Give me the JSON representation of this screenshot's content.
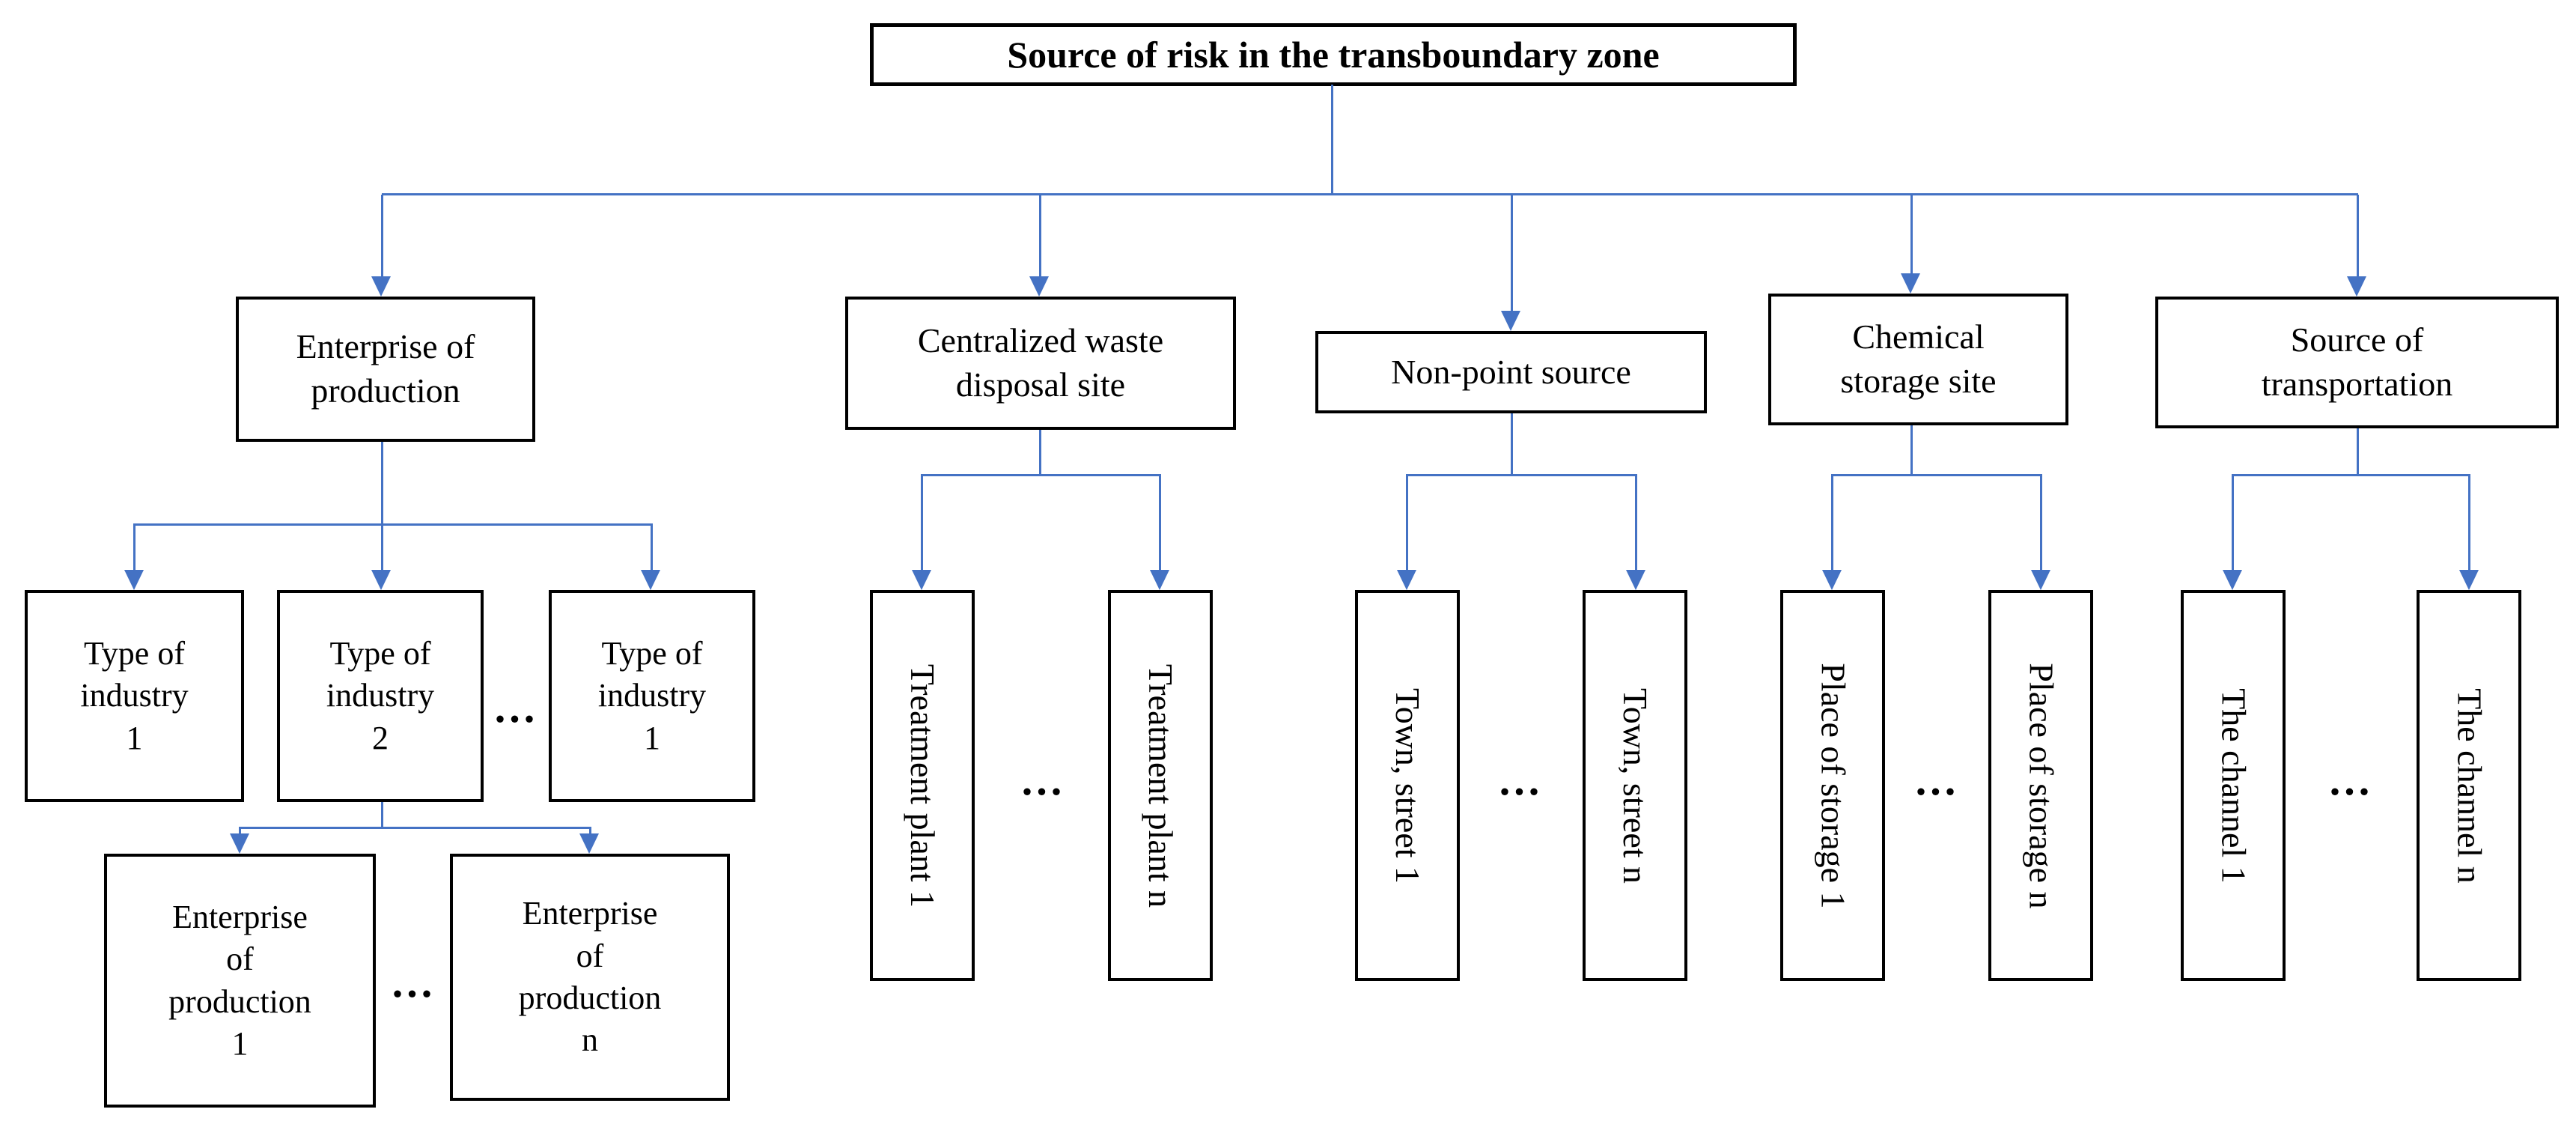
{
  "colors": {
    "connector": "#4472C4",
    "border": "#000000",
    "text": "#000000",
    "background": "#ffffff"
  },
  "ellipsis": "...",
  "root": {
    "label": "Source of risk in the transboundary zone"
  },
  "level2": [
    {
      "id": "enterprise-of-production",
      "label": "Enterprise of\nproduction"
    },
    {
      "id": "centralized-waste-disposal-site",
      "label": "Centralized waste\ndisposal site"
    },
    {
      "id": "non-point-source",
      "label": "Non-point source"
    },
    {
      "id": "chemical-storage-site",
      "label": "Chemical\nstorage site"
    },
    {
      "id": "source-of-transportation",
      "label": "Source of\ntransportation"
    }
  ],
  "industry_types": [
    {
      "label": "Type of\nindustry\n1"
    },
    {
      "label": "Type of\nindustry\n2"
    },
    {
      "label": "Type of\nindustry\n1"
    }
  ],
  "enterprises": [
    {
      "label": "Enterprise\nof\nproduction\n1"
    },
    {
      "label": "Enterprise\nof\nproduction\nn"
    }
  ],
  "treatment_plants": [
    {
      "label": "Treatment plant 1"
    },
    {
      "label": "Treatment plant n"
    }
  ],
  "towns": [
    {
      "label": "Town, street 1"
    },
    {
      "label": "Town, street n"
    }
  ],
  "storage_places": [
    {
      "label": "Place of storage 1"
    },
    {
      "label": "Place of storage n"
    }
  ],
  "channels": [
    {
      "label": "The channel 1"
    },
    {
      "label": "The channel n"
    }
  ]
}
